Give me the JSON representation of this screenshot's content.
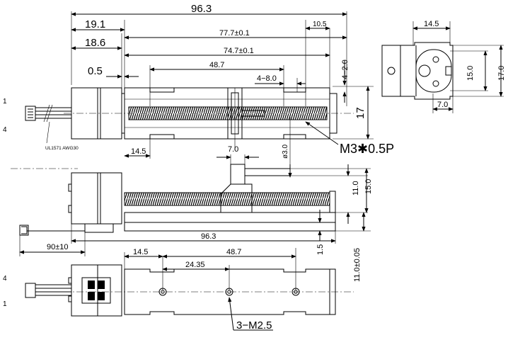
{
  "drawing": {
    "top_view": {
      "dim_overall": "96.3",
      "dim_19_1": "19.1",
      "dim_18_6": "18.6",
      "dim_0_5": "0.5",
      "dim_10_5": "10.5",
      "dim_77_7": "77.7±0.1",
      "dim_74_7": "74.7±0.1",
      "dim_48_7": "48.7",
      "dim_4_8": "4−8.0",
      "dim_4_2": "4−2.0",
      "dim_17": "17",
      "dim_14_5": "14.5",
      "dim_dia3": "ø3.0",
      "thread": "M3✱0.5P",
      "wire_label": "UL1571 AWG30",
      "pin_1": "1",
      "pin_4": "4"
    },
    "end_view": {
      "dim_14_5": "14.5",
      "dim_15": "15.0",
      "dim_17": "17.0",
      "dim_7": "7.0"
    },
    "side_view": {
      "dim_7": "7.0",
      "dim_11": "11.0",
      "dim_15": "15.0",
      "dim_96_3": "96.3",
      "dim_90": "90±10",
      "dim_1_5": "1.5",
      "dim_11_tol": "11.0±0.05"
    },
    "bottom_view": {
      "dim_14_5": "14.5",
      "dim_48_7": "48.7",
      "dim_24_35": "24.35",
      "holes": "3−M2.5",
      "pin_1": "1",
      "pin_4": "4"
    }
  }
}
